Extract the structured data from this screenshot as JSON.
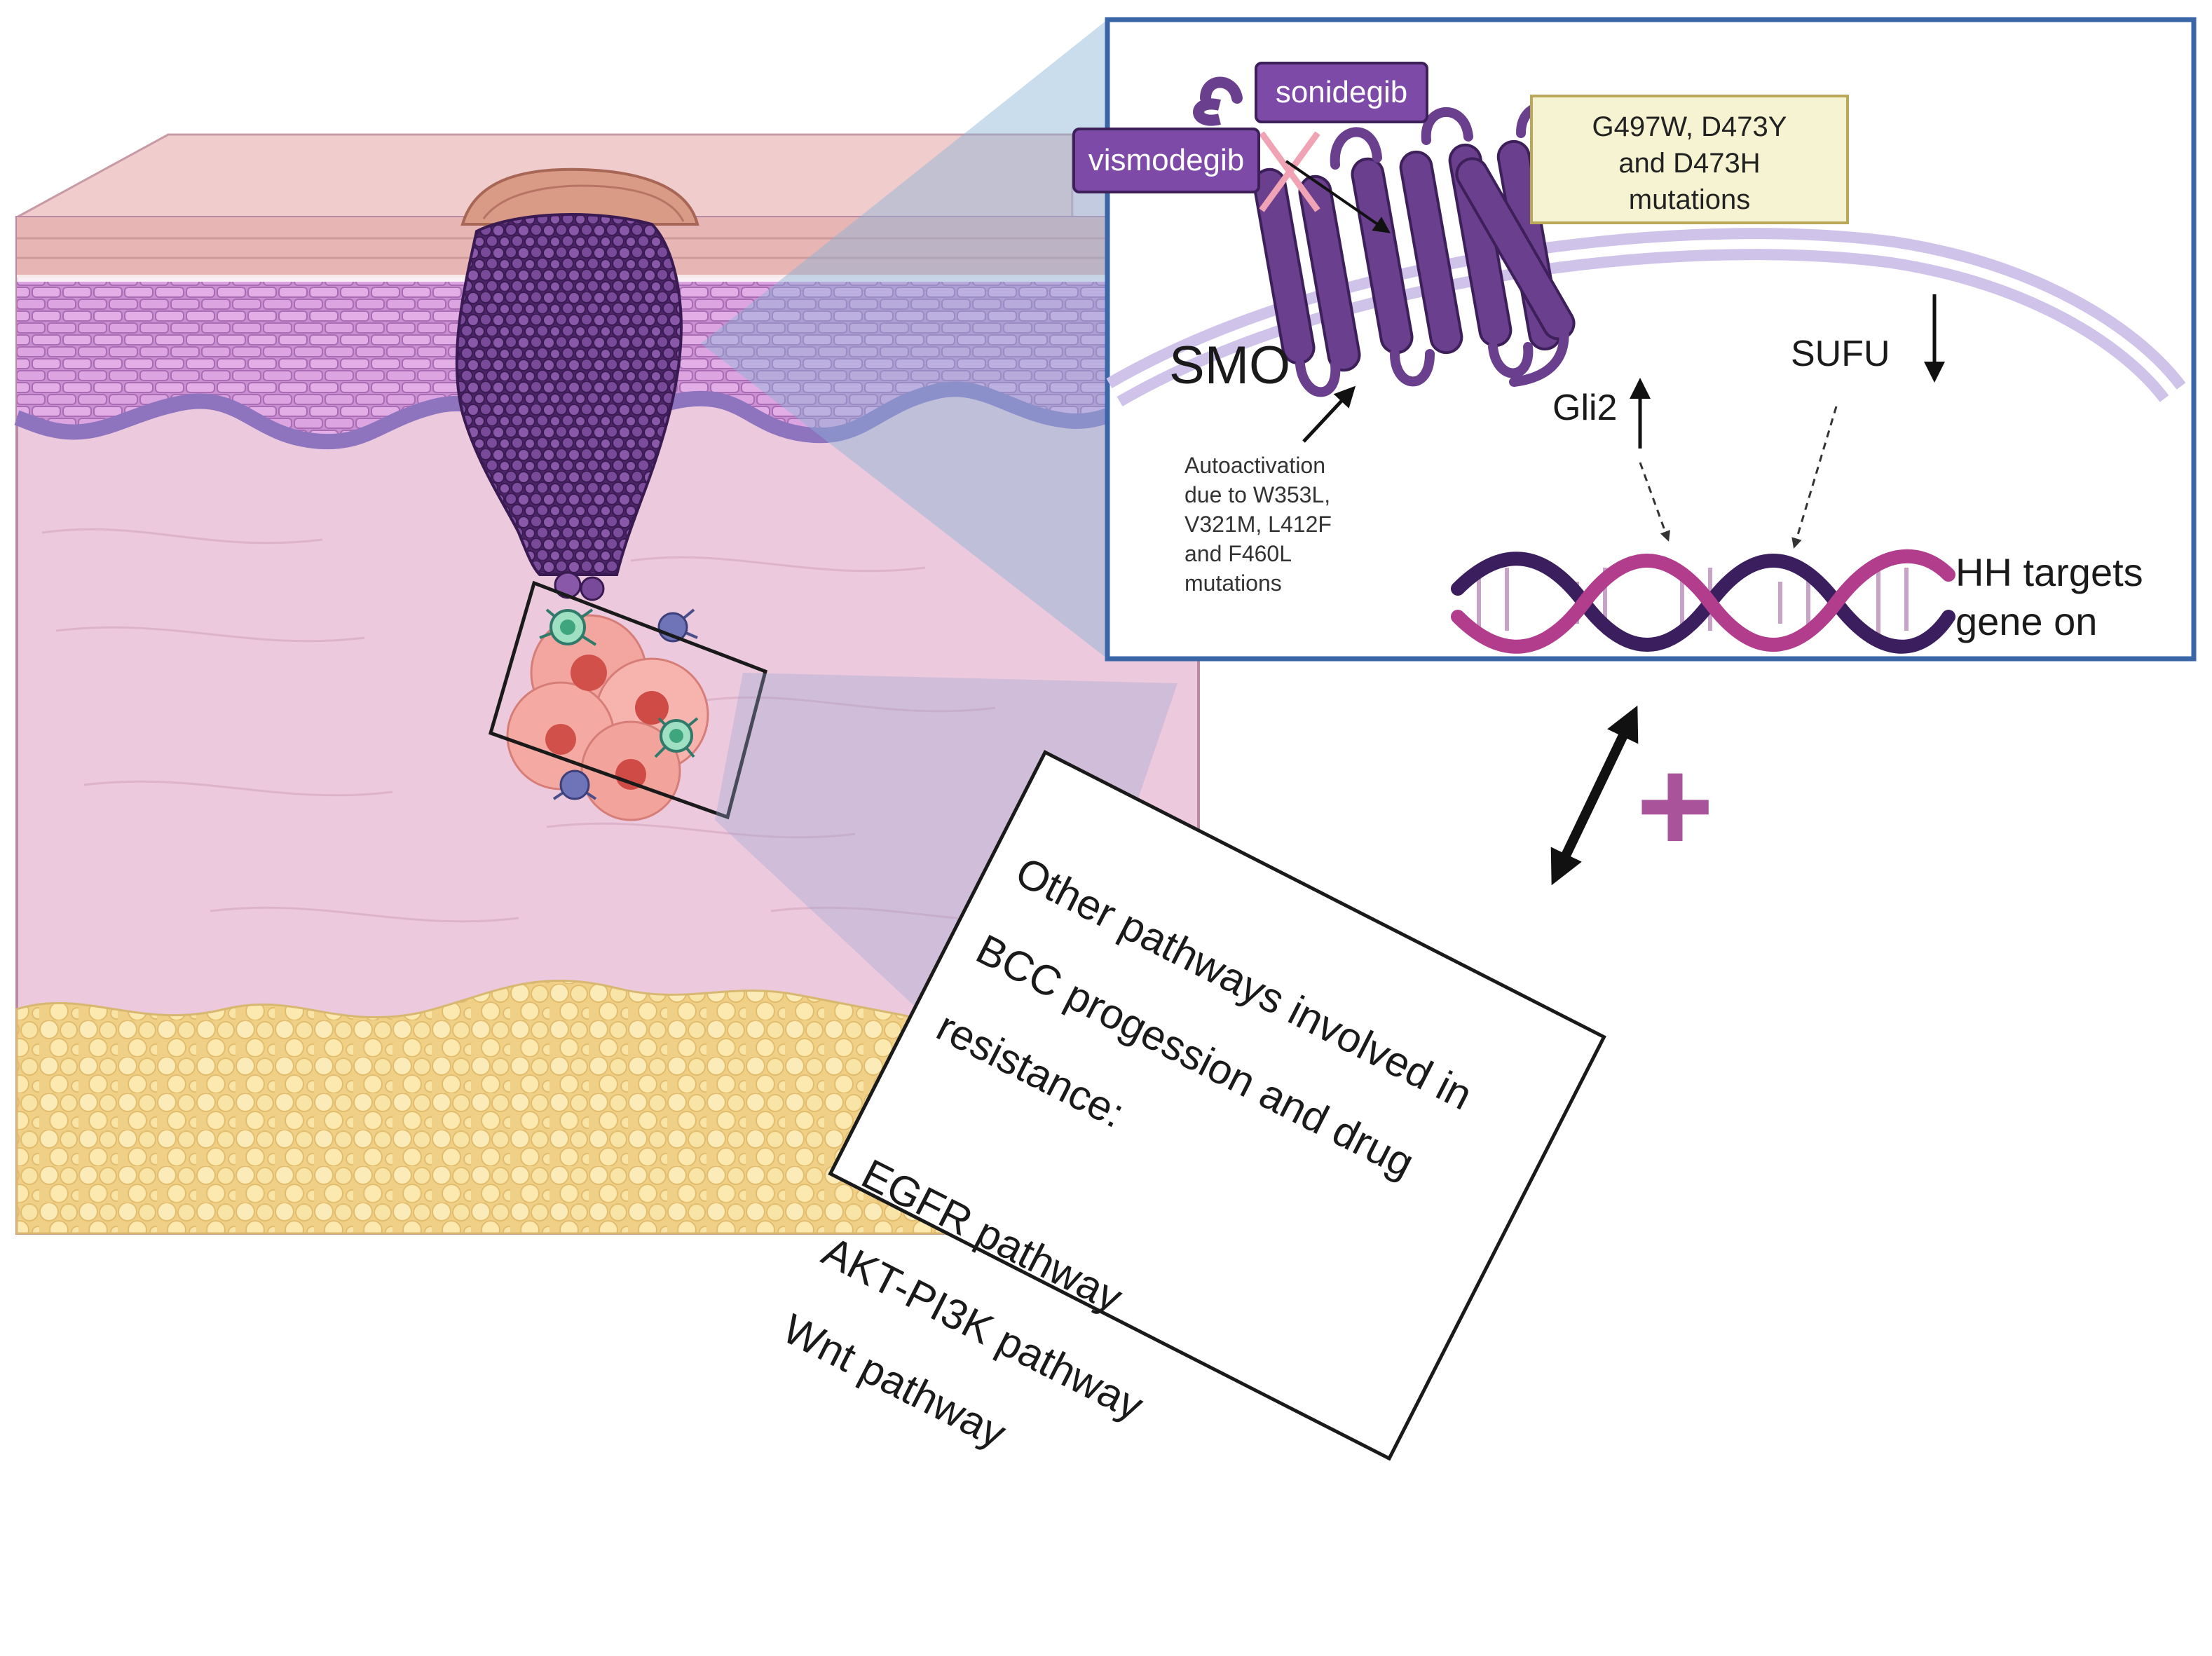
{
  "drugs": {
    "sonidegib": "sonidegib",
    "vismodegib": "vismodegib"
  },
  "mutations_box": {
    "line1": "G497W, D473Y",
    "line2": "and D473H",
    "line3": "mutations"
  },
  "labels": {
    "smo": "SMO",
    "gli2": "Gli2",
    "sufu": "SUFU",
    "hh_line1": "HH targets",
    "hh_line2": "gene on",
    "auto_line1": "Autoactivation",
    "auto_line2": "due to  W353L,",
    "auto_line3": "V321M, L412F",
    "auto_line4": "and F460L",
    "auto_line5": "mutations"
  },
  "other_pathways": {
    "heading_line1": "Other pathways involved in",
    "heading_line2": "BCC progession and drug",
    "heading_line3": "resistance:",
    "items": [
      "EGFR pathway",
      "AKT-PI3K pathway",
      "Wnt pathway"
    ]
  },
  "plus_symbol": "+",
  "colors": {
    "receptor_purple": "#6a3f8e",
    "tumor_purple": "#6b3d8a",
    "inset_border": "#3a66a8",
    "plus_magenta": "#a8539a",
    "dna_dark": "#3b1e5e",
    "dna_magenta": "#b23d8c",
    "fat_yellow": "#f7e2a6",
    "dermis_pink": "#ecc9dd"
  }
}
